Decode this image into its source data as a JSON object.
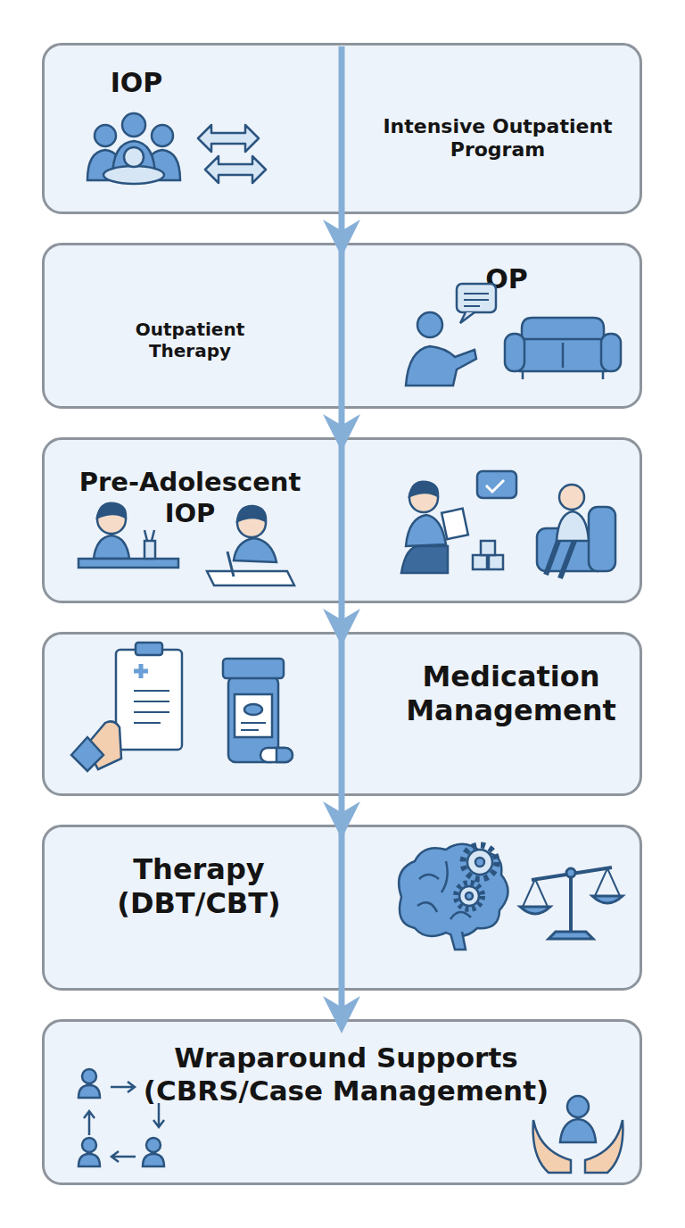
{
  "diagram": {
    "nodes": [
      {
        "text": [
          "IOP",
          "Intensive Outpatient Program"
        ]
      },
      {
        "text": [
          "Outpatient Therapy",
          "OP"
        ]
      },
      {
        "text": [
          "Pre-Adolescent IOP"
        ]
      },
      {
        "text": [
          "Medication Management"
        ]
      },
      {
        "text": [
          "Therapy (DBT/CBT)"
        ]
      },
      {
        "text": [
          "Wraparound Supports (CBRS/Case Management)"
        ]
      }
    ],
    "edges": [
      {
        "from": 0,
        "to": 1,
        "arrow": "to"
      },
      {
        "from": 1,
        "to": 2,
        "arrow": "to"
      },
      {
        "from": 2,
        "to": 3,
        "arrow": "to"
      },
      {
        "from": 3,
        "to": 4,
        "arrow": "to"
      },
      {
        "from": 4,
        "to": 5,
        "arrow": "to"
      }
    ]
  }
}
